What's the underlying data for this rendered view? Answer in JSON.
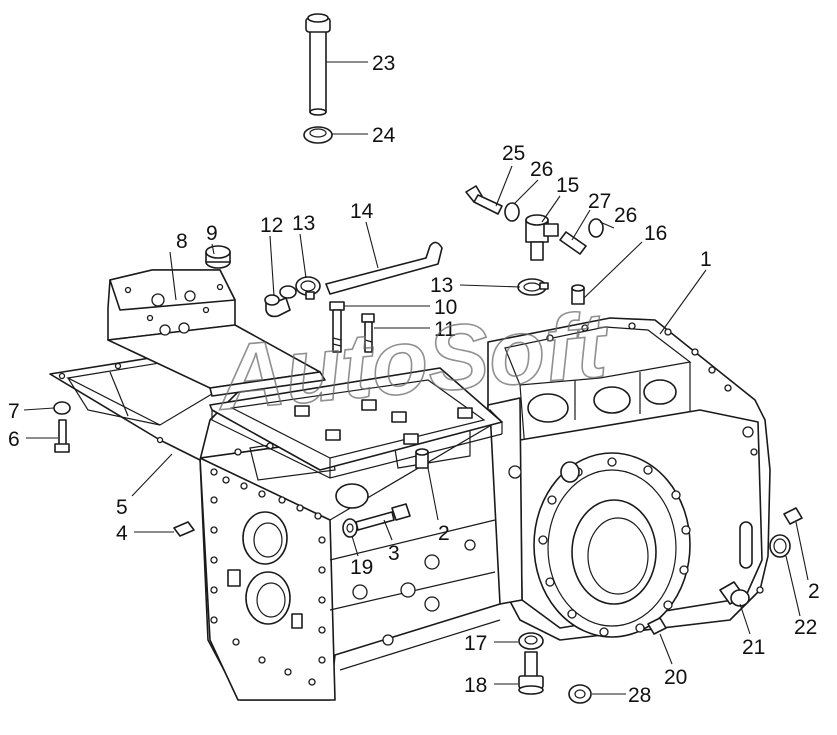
{
  "watermark": "AutoSoft",
  "line_color": "#1a1a1a",
  "callouts": [
    {
      "id": "c23",
      "text": "23"
    },
    {
      "id": "c24",
      "text": "24"
    },
    {
      "id": "c25",
      "text": "25"
    },
    {
      "id": "c26a",
      "text": "26"
    },
    {
      "id": "c15",
      "text": "15"
    },
    {
      "id": "c27",
      "text": "27"
    },
    {
      "id": "c26b",
      "text": "26"
    },
    {
      "id": "c16",
      "text": "16"
    },
    {
      "id": "c8",
      "text": "8"
    },
    {
      "id": "c9",
      "text": "9"
    },
    {
      "id": "c12",
      "text": "12"
    },
    {
      "id": "c13a",
      "text": "13"
    },
    {
      "id": "c14",
      "text": "14"
    },
    {
      "id": "c13b",
      "text": "13"
    },
    {
      "id": "c1",
      "text": "1"
    },
    {
      "id": "c10",
      "text": "10"
    },
    {
      "id": "c11",
      "text": "11"
    },
    {
      "id": "c7",
      "text": "7"
    },
    {
      "id": "c6",
      "text": "6"
    },
    {
      "id": "c5",
      "text": "5"
    },
    {
      "id": "c4",
      "text": "4"
    },
    {
      "id": "c2a",
      "text": "2"
    },
    {
      "id": "c3",
      "text": "3"
    },
    {
      "id": "c19",
      "text": "19"
    },
    {
      "id": "c2b",
      "text": "2"
    },
    {
      "id": "c22",
      "text": "22"
    },
    {
      "id": "c21",
      "text": "21"
    },
    {
      "id": "c17",
      "text": "17"
    },
    {
      "id": "c18",
      "text": "18"
    },
    {
      "id": "c20",
      "text": "20"
    },
    {
      "id": "c28",
      "text": "28"
    }
  ]
}
